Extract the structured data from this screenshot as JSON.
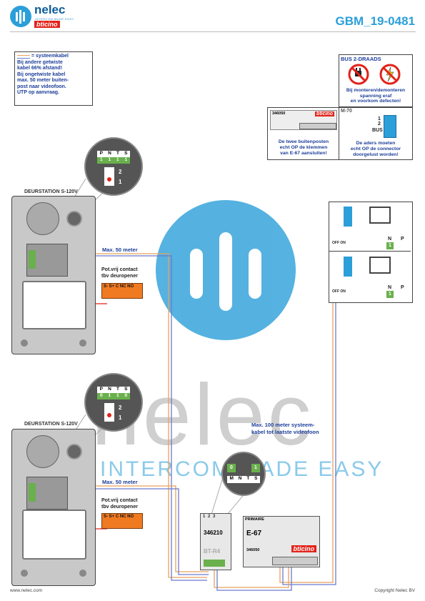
{
  "header": {
    "logo_text": "nelec",
    "logo_subtext": "INTERCOM MADE EASY",
    "logo_brand": "bticino",
    "doc_id": "GBM_19-0481"
  },
  "legend": {
    "title": "= systeemkabel",
    "lines": [
      "Bij andere getwiste",
      "kabel 66% afstand!",
      "Bij ongetwiste kabel",
      "max. 50 meter buiten-",
      "post naar videofoon.",
      "UTP op aanvraag."
    ]
  },
  "bus": {
    "title": "BUS 2-DRAADS",
    "warning_lines": [
      "Bij monteren/demonteren",
      "spanning eraf",
      "en voorkom defecten!"
    ]
  },
  "note_buitenposten": {
    "part": "346050",
    "brand": "bticino",
    "lines": [
      "De twee buitenposten",
      "echt OP de klemmen",
      "van E-67 aansluiten!"
    ]
  },
  "note_m70": {
    "title": "M-70",
    "pins": [
      "1",
      "2",
      "BUS"
    ],
    "lines": [
      "De aders moeten",
      "echt OP de connector",
      "doorgelust worden!"
    ]
  },
  "dip1": {
    "headers": [
      "P",
      "N",
      "T",
      "S"
    ],
    "values": [
      "1",
      "1",
      "1",
      "1"
    ],
    "switch_labels": [
      "2",
      "1"
    ]
  },
  "dip2": {
    "headers": [
      "P",
      "N",
      "T",
      "S"
    ],
    "values": [
      "0",
      "1",
      "1",
      "0"
    ],
    "switch_labels": [
      "2",
      "1"
    ]
  },
  "station1": {
    "title": "DEURSTATION S-120V",
    "distance": "Max. 50 meter",
    "contact_lines": [
      "Pot.vrij contact",
      "tbv deuropener"
    ],
    "terminal": "S- S+ C NC NO"
  },
  "station2": {
    "title": "DEURSTATION S-120V",
    "distance": "Max. 50 meter",
    "contact_lines": [
      "Pot.vrij contact",
      "tbv deuropener"
    ],
    "terminal": "S- S+ C NC NO"
  },
  "monitors": {
    "headers": [
      "N",
      "P"
    ],
    "value": "1",
    "switch": "OFF ON"
  },
  "system_note": {
    "lines": [
      "Max. 100 meter systeem-",
      "kabel tot laatste videofoon"
    ]
  },
  "zoom_connector": {
    "values": [
      "0",
      "1"
    ],
    "labels": [
      "M",
      "N",
      "T",
      "S"
    ]
  },
  "bt_module": {
    "pins": [
      "1",
      "2",
      "3"
    ],
    "part": "346210",
    "name": "BT-R4"
  },
  "e67": {
    "top_label": "PRIMAIRE",
    "name": "E-67",
    "part": "346050",
    "brand": "bticino"
  },
  "watermark": {
    "word": "nelec",
    "tagline": "INTERCOM MADE EASY"
  },
  "footer": {
    "left": "www.nelec.com",
    "right": "Copyright Nelec BV"
  },
  "colors": {
    "blue": "#1d3f9a",
    "accent": "#2b9fd9",
    "cable_orange": "#e8a25a",
    "cable_blue": "#6b7bd0",
    "red": "#e2231a",
    "green": "#6ab04c",
    "terminal_orange": "#f07a22"
  }
}
